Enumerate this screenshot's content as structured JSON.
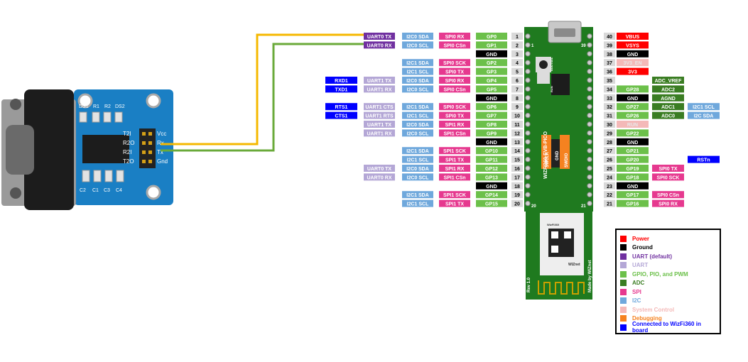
{
  "board": {
    "name": "WIZFI360-EVB-PICO",
    "revision": "Rev 1.0",
    "maker": "Made by WIZnet",
    "button_labels": [
      "BOOTSEL",
      "RUN"
    ],
    "pin_corner_numbers": [
      "1",
      "39",
      "20",
      "21"
    ],
    "debug_labels": [
      "SWCLK",
      "GND",
      "SWDIO"
    ],
    "module_text": [
      "WizFi360",
      "WIZnet"
    ]
  },
  "rs232": {
    "connector_labels": [
      "DS1",
      "R1",
      "R2",
      "DS2",
      "C2",
      "C1",
      "C3",
      "C4"
    ],
    "pin_labels": [
      "Vcc",
      "Rx",
      "Tx",
      "Gnd"
    ],
    "side_labels": [
      "T2I",
      "R2O",
      "R2I",
      "T2O"
    ]
  },
  "wires": [
    {
      "from": "Rx",
      "to": "UART0 TX",
      "color": "#f5b800"
    },
    {
      "from": "Tx",
      "to": "UART0 RX",
      "color": "#6aaa3a"
    }
  ],
  "colors": {
    "power": "#ff0000",
    "ground": "#000000",
    "uart_default": "#7030a0",
    "uart": "#b4a7d6",
    "gpio": "#6cc04a",
    "adc": "#3a7d22",
    "spi": "#e6398f",
    "i2c": "#6fa8dc",
    "sysctl": "#f4b9b8",
    "debug": "#f58220",
    "wizfi": "#0000ff",
    "pin_num": "#d9d9d9"
  },
  "left_rows": [
    {
      "pin": "1",
      "labels": [
        null,
        null,
        [
          "UART0 TX",
          "uart_default"
        ],
        [
          "I2C0 SDA",
          "i2c"
        ],
        [
          "SPI0 RX",
          "spi"
        ],
        [
          "GP0",
          "gpio"
        ]
      ]
    },
    {
      "pin": "2",
      "labels": [
        null,
        null,
        [
          "UART0 RX",
          "uart_default"
        ],
        [
          "I2C0 SCL",
          "i2c"
        ],
        [
          "SPI0 CSn",
          "spi"
        ],
        [
          "GP1",
          "gpio"
        ]
      ]
    },
    {
      "pin": "3",
      "labels": [
        null,
        null,
        null,
        null,
        null,
        [
          "GND",
          "ground"
        ]
      ]
    },
    {
      "pin": "4",
      "labels": [
        null,
        null,
        null,
        [
          "I2C1 SDA",
          "i2c"
        ],
        [
          "SPI0 SCK",
          "spi"
        ],
        [
          "GP2",
          "gpio"
        ]
      ]
    },
    {
      "pin": "5",
      "labels": [
        null,
        null,
        null,
        [
          "I2C1 SCL",
          "i2c"
        ],
        [
          "SPI0 TX",
          "spi"
        ],
        [
          "GP3",
          "gpio"
        ]
      ]
    },
    {
      "pin": "6",
      "labels": [
        null,
        [
          "RXD1",
          "wizfi"
        ],
        [
          "UART1 TX",
          "uart"
        ],
        [
          "I2C0 SDA",
          "i2c"
        ],
        [
          "SPI0 RX",
          "spi"
        ],
        [
          "GP4",
          "gpio"
        ]
      ]
    },
    {
      "pin": "7",
      "labels": [
        null,
        [
          "TXD1",
          "wizfi"
        ],
        [
          "UART1 RX",
          "uart"
        ],
        [
          "I2C0 SCL",
          "i2c"
        ],
        [
          "SPI0 CSn",
          "spi"
        ],
        [
          "GP5",
          "gpio"
        ]
      ]
    },
    {
      "pin": "8",
      "labels": [
        null,
        null,
        null,
        null,
        null,
        [
          "GND",
          "ground"
        ]
      ]
    },
    {
      "pin": "9",
      "labels": [
        null,
        [
          "RTS1",
          "wizfi"
        ],
        [
          "UART1 CTS",
          "uart"
        ],
        [
          "I2C1 SDA",
          "i2c"
        ],
        [
          "SPI0 SCK",
          "spi"
        ],
        [
          "GP6",
          "gpio"
        ]
      ]
    },
    {
      "pin": "10",
      "labels": [
        null,
        [
          "CTS1",
          "wizfi"
        ],
        [
          "UART1 RTS",
          "uart"
        ],
        [
          "I2C1 SCL",
          "i2c"
        ],
        [
          "SPI0 TX",
          "spi"
        ],
        [
          "GP7",
          "gpio"
        ]
      ]
    },
    {
      "pin": "11",
      "labels": [
        null,
        null,
        [
          "UART1 TX",
          "uart"
        ],
        [
          "I2C0 SDA",
          "i2c"
        ],
        [
          "SPI1 RX",
          "spi"
        ],
        [
          "GP8",
          "gpio"
        ]
      ]
    },
    {
      "pin": "12",
      "labels": [
        null,
        null,
        [
          "UART1 RX",
          "uart"
        ],
        [
          "I2C0 SCL",
          "i2c"
        ],
        [
          "SPI1 CSn",
          "spi"
        ],
        [
          "GP9",
          "gpio"
        ]
      ]
    },
    {
      "pin": "13",
      "labels": [
        null,
        null,
        null,
        null,
        null,
        [
          "GND",
          "ground"
        ]
      ]
    },
    {
      "pin": "14",
      "labels": [
        null,
        null,
        null,
        [
          "I2C1 SDA",
          "i2c"
        ],
        [
          "SPI1 SCK",
          "spi"
        ],
        [
          "GP10",
          "gpio"
        ]
      ]
    },
    {
      "pin": "15",
      "labels": [
        null,
        null,
        null,
        [
          "I2C1 SCL",
          "i2c"
        ],
        [
          "SPI1 TX",
          "spi"
        ],
        [
          "GP11",
          "gpio"
        ]
      ]
    },
    {
      "pin": "16",
      "labels": [
        null,
        null,
        [
          "UART0 TX",
          "uart"
        ],
        [
          "I2C0 SDA",
          "i2c"
        ],
        [
          "SPI1 RX",
          "spi"
        ],
        [
          "GP12",
          "gpio"
        ]
      ]
    },
    {
      "pin": "17",
      "labels": [
        null,
        null,
        [
          "UART0 RX",
          "uart"
        ],
        [
          "I2C0 SCL",
          "i2c"
        ],
        [
          "SPI1 CSn",
          "spi"
        ],
        [
          "GP13",
          "gpio"
        ]
      ]
    },
    {
      "pin": "18",
      "labels": [
        null,
        null,
        null,
        null,
        null,
        [
          "GND",
          "ground"
        ]
      ]
    },
    {
      "pin": "19",
      "labels": [
        null,
        null,
        null,
        [
          "I2C1 SDA",
          "i2c"
        ],
        [
          "SPI1 SCK",
          "spi"
        ],
        [
          "GP14",
          "gpio"
        ]
      ]
    },
    {
      "pin": "20",
      "labels": [
        null,
        null,
        null,
        [
          "I2C1 SCL",
          "i2c"
        ],
        [
          "SPI1 TX",
          "spi"
        ],
        [
          "GP15",
          "gpio"
        ]
      ]
    }
  ],
  "right_rows": [
    {
      "pin": "40",
      "labels": [
        [
          "VBUS",
          "power"
        ],
        null,
        null,
        null
      ]
    },
    {
      "pin": "39",
      "labels": [
        [
          "VSYS",
          "power"
        ],
        null,
        null,
        null
      ]
    },
    {
      "pin": "38",
      "labels": [
        [
          "GND",
          "ground"
        ],
        null,
        null,
        null
      ]
    },
    {
      "pin": "37",
      "labels": [
        [
          "3V3_EN",
          "sysctl"
        ],
        null,
        null,
        null
      ]
    },
    {
      "pin": "36",
      "labels": [
        [
          "3V3",
          "power"
        ],
        null,
        null,
        null
      ]
    },
    {
      "pin": "35",
      "labels": [
        null,
        [
          "ADC_VREF",
          "adc"
        ],
        null,
        null
      ]
    },
    {
      "pin": "34",
      "labels": [
        [
          "GP28",
          "gpio"
        ],
        [
          "ADC2",
          "adc"
        ],
        null,
        null
      ]
    },
    {
      "pin": "33",
      "labels": [
        [
          "GND",
          "ground"
        ],
        [
          "AGND",
          "adc"
        ],
        null,
        null
      ]
    },
    {
      "pin": "32",
      "labels": [
        [
          "GP27",
          "gpio"
        ],
        [
          "ADC1",
          "adc"
        ],
        [
          "I2C1 SCL",
          "i2c"
        ],
        null
      ]
    },
    {
      "pin": "31",
      "labels": [
        [
          "GP26",
          "gpio"
        ],
        [
          "ADC0",
          "adc"
        ],
        [
          "I2C SDA",
          "i2c"
        ],
        null
      ]
    },
    {
      "pin": "30",
      "labels": [
        [
          "RUN",
          "sysctl"
        ],
        null,
        null,
        null
      ]
    },
    {
      "pin": "29",
      "labels": [
        [
          "GP22",
          "gpio"
        ],
        null,
        null,
        null
      ]
    },
    {
      "pin": "28",
      "labels": [
        [
          "GND",
          "ground"
        ],
        null,
        null,
        null
      ]
    },
    {
      "pin": "27",
      "labels": [
        [
          "GP21",
          "gpio"
        ],
        null,
        null,
        null
      ]
    },
    {
      "pin": "26",
      "labels": [
        [
          "GP20",
          "gpio"
        ],
        null,
        null,
        [
          "RSTn",
          "wizfi"
        ]
      ]
    },
    {
      "pin": "25",
      "labels": [
        [
          "GP19",
          "gpio"
        ],
        [
          "SPI0 TX",
          "spi"
        ],
        null,
        null
      ]
    },
    {
      "pin": "24",
      "labels": [
        [
          "GP18",
          "gpio"
        ],
        [
          "SPI0 SCK",
          "spi"
        ],
        null,
        null
      ]
    },
    {
      "pin": "23",
      "labels": [
        [
          "GND",
          "ground"
        ],
        null,
        null,
        null
      ]
    },
    {
      "pin": "22",
      "labels": [
        [
          "GP17",
          "gpio"
        ],
        [
          "SPI0 CSn",
          "spi"
        ],
        null,
        null
      ]
    },
    {
      "pin": "21",
      "labels": [
        [
          "GP16",
          "gpio"
        ],
        [
          "SPI0 RX",
          "spi"
        ],
        null,
        null
      ]
    }
  ],
  "legend": [
    {
      "label": "Power",
      "color": "power"
    },
    {
      "label": "Ground",
      "color": "ground"
    },
    {
      "label": "UART  (default)",
      "color": "uart_default"
    },
    {
      "label": "UART",
      "color": "uart"
    },
    {
      "label": "GPIO, PIO, and PWM",
      "color": "gpio"
    },
    {
      "label": "ADC",
      "color": "adc"
    },
    {
      "label": "SPI",
      "color": "spi"
    },
    {
      "label": "I2C",
      "color": "i2c"
    },
    {
      "label": "System Control",
      "color": "sysctl"
    },
    {
      "label": "Debugging",
      "color": "debug"
    },
    {
      "label": "Connected to WizFi360 in board",
      "color": "wizfi"
    }
  ]
}
